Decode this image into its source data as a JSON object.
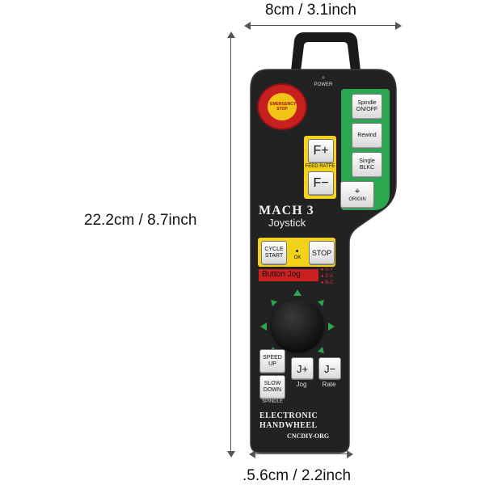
{
  "dimensions": {
    "width_top": "8cm / 3.1inch",
    "height_left": "22.2cm / 8.7inch",
    "width_bottom": ".5.6cm / 2.2inch"
  },
  "device": {
    "power_label": "POWER",
    "estop_text": "EMERGENCY STOP",
    "green_panel": {
      "spindle": "Spindle ON/OFF",
      "rewind": "Rewind",
      "single": "Single BLKC",
      "origin": "ORIGIN"
    },
    "feed": {
      "plus": "F+",
      "minus": "F−",
      "label": "FEED RATFE"
    },
    "brand": "MACH 3",
    "subtitle": "Joystick",
    "cycle": {
      "start": "CYCLE START",
      "ok": "OK",
      "stop": "STOP"
    },
    "button_jog": "Button Jog",
    "axes": [
      "X-Y",
      "Z-A",
      "B-C"
    ],
    "speed_up": "SPEED UP",
    "slow_down": "SLOW DOWN",
    "spindle_label": "SPINDLE",
    "jog_plus": "J+",
    "jog_label": "Jog",
    "jog_minus": "J−",
    "rate_label": "Rate",
    "footer_line1": "ELECTRONIC",
    "footer_line2": "HANDWHEEL",
    "footer_brand": "CNCDIY-ORG"
  }
}
